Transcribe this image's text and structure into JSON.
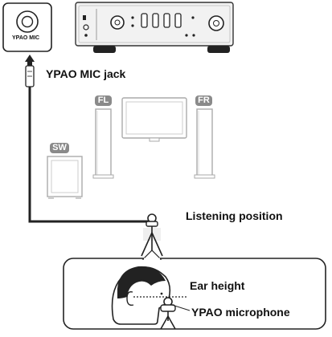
{
  "labels": {
    "jack_panel": "YPAO MIC",
    "mic_jack": "YPAO MIC jack",
    "listening_position": "Listening position",
    "ear_height": "Ear height",
    "ypao_microphone": "YPAO microphone"
  },
  "speakers": {
    "front_left": "FL",
    "front_right": "FR",
    "subwoofer": "SW"
  }
}
